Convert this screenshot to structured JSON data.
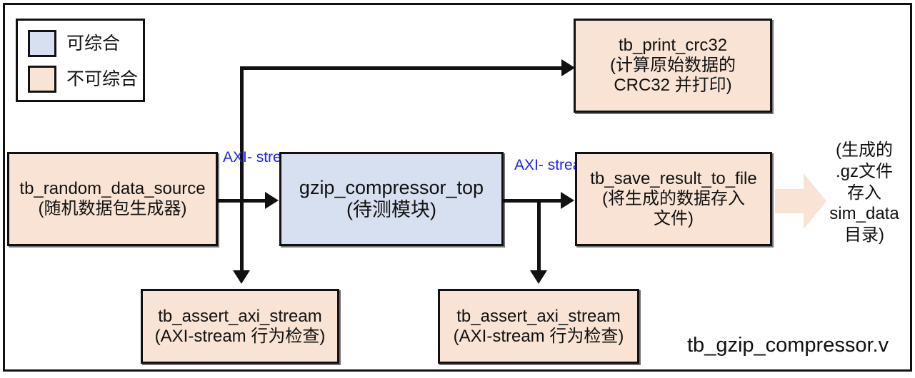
{
  "diagram": {
    "filename_label": "tb_gzip_compressor.v",
    "colors": {
      "synthesizable_fill": "#d6e0f0",
      "non_synthesizable_fill": "#f8e3d4",
      "border": "#111111",
      "signal_label": "#2222ee",
      "block_arrow_fill": "#f8e3d4"
    },
    "legend": {
      "items": [
        {
          "label": "可综合",
          "swatch_color": "#d6e0f0"
        },
        {
          "label": "不可综合",
          "swatch_color": "#f8e3d4"
        }
      ]
    },
    "blocks": {
      "print_crc32": {
        "line1": "tb_print_crc32",
        "line2": "(计算原始数据的",
        "line3": "CRC32 并打印)"
      },
      "random_data_source": {
        "line1": "tb_random_data_source",
        "line2": "(随机数据包生成器)"
      },
      "gzip_compressor_top": {
        "line1": "gzip_compressor_top",
        "line2": "(待测模块)"
      },
      "save_result_to_file": {
        "line1": "tb_save_result_to_file",
        "line2": "(将生成的数据存入",
        "line3": "文件)"
      },
      "assert_axi_stream_left": {
        "line1": "tb_assert_axi_stream",
        "line2": "(AXI-stream 行为检查)"
      },
      "assert_axi_stream_right": {
        "line1": "tb_assert_axi_stream",
        "line2": "(AXI-stream 行为检查)"
      }
    },
    "signal_labels": {
      "axi_left_line1": "AXI-",
      "axi_left_line2": "stream",
      "axi_right_line1": "AXI-",
      "axi_right_line2": "stream"
    },
    "output_note": {
      "line1": "(生成的",
      "line2": ".gz文件",
      "line3": "存入",
      "line4": "sim_data",
      "line5": "目录)"
    }
  }
}
